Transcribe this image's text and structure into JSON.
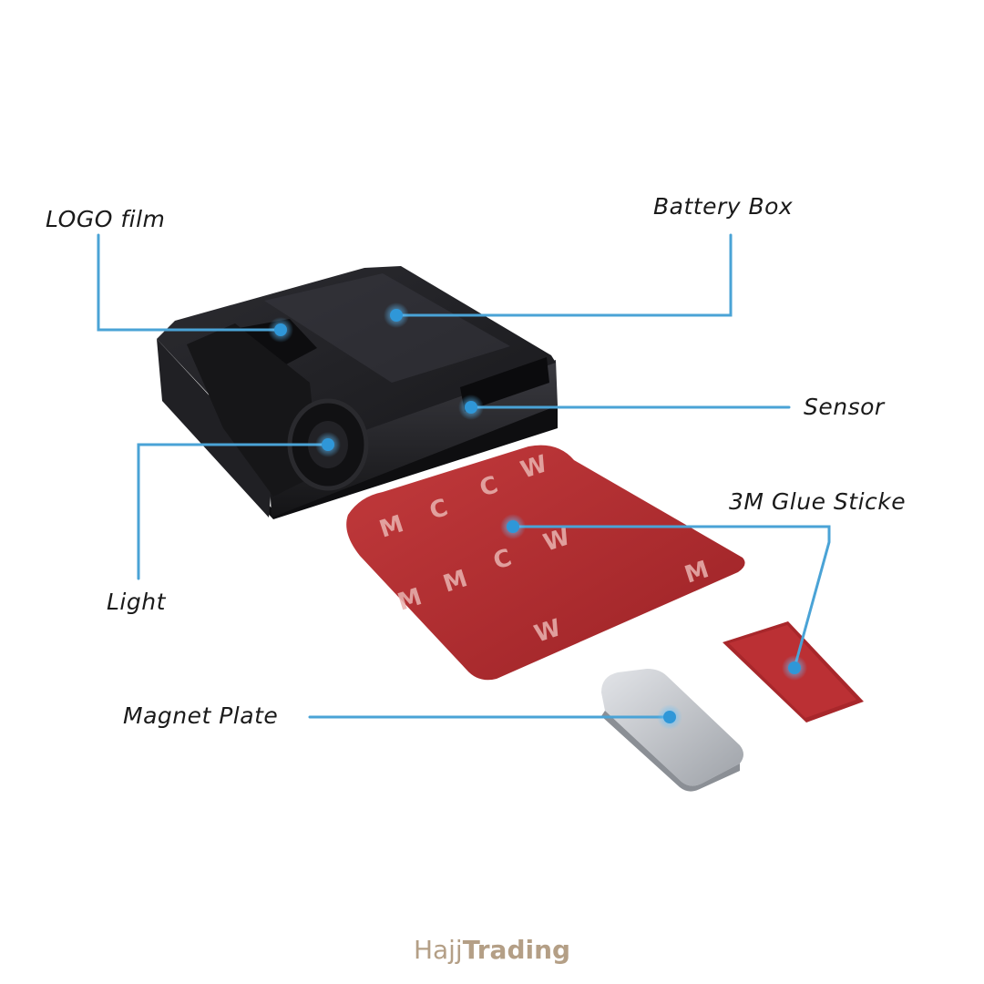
{
  "labels": {
    "logo_film": "LOGO film",
    "battery_box": "Battery Box",
    "sensor": "Sensor",
    "glue_sticker": "3M Glue Sticke",
    "light": "Light",
    "magnet_plate": "Magnet Plate"
  },
  "watermark": {
    "part1": "Hajj",
    "part2": "Trading"
  },
  "colors": {
    "callout_line": "#4aa3d6",
    "callout_dot": "#2f97d8",
    "watermark": "#b49f86",
    "device_body": "#1e1e22",
    "adhesive_pad": "#b3282c",
    "magnet": "#c9ccd1"
  }
}
